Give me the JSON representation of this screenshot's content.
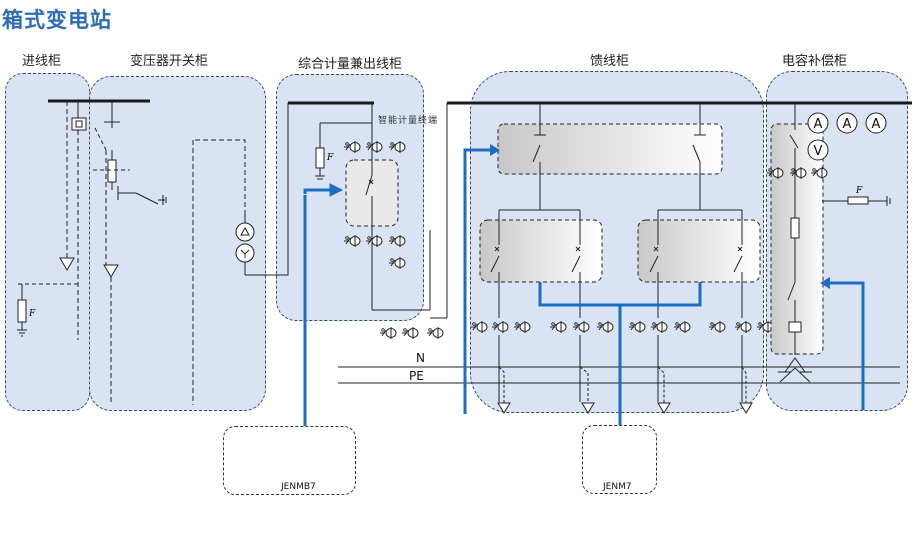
{
  "title": "箱式变电站",
  "panels": {
    "incoming": "进线柜",
    "transformer_switch": "变压器开关柜",
    "metering_outgoing": "综合计量兼出线柜",
    "feeder": "馈线柜",
    "capacitor": "电容补偿柜"
  },
  "meter_label": "智能计量终端",
  "bus_labels": {
    "neutral": "N",
    "pe": "PE"
  },
  "fuse_labels": {
    "f1": "F",
    "f2": "F",
    "f3": "F"
  },
  "meter_symbols": {
    "a1": "A",
    "a2": "A",
    "a3": "A",
    "v": "V"
  },
  "products": [
    {
      "model": "JENMB7"
    },
    {
      "model": "JENM7"
    }
  ],
  "colors": {
    "title": "#2d6db5",
    "panel_fill": "#d9e3f3",
    "link_blue": "#1a6fc4"
  }
}
